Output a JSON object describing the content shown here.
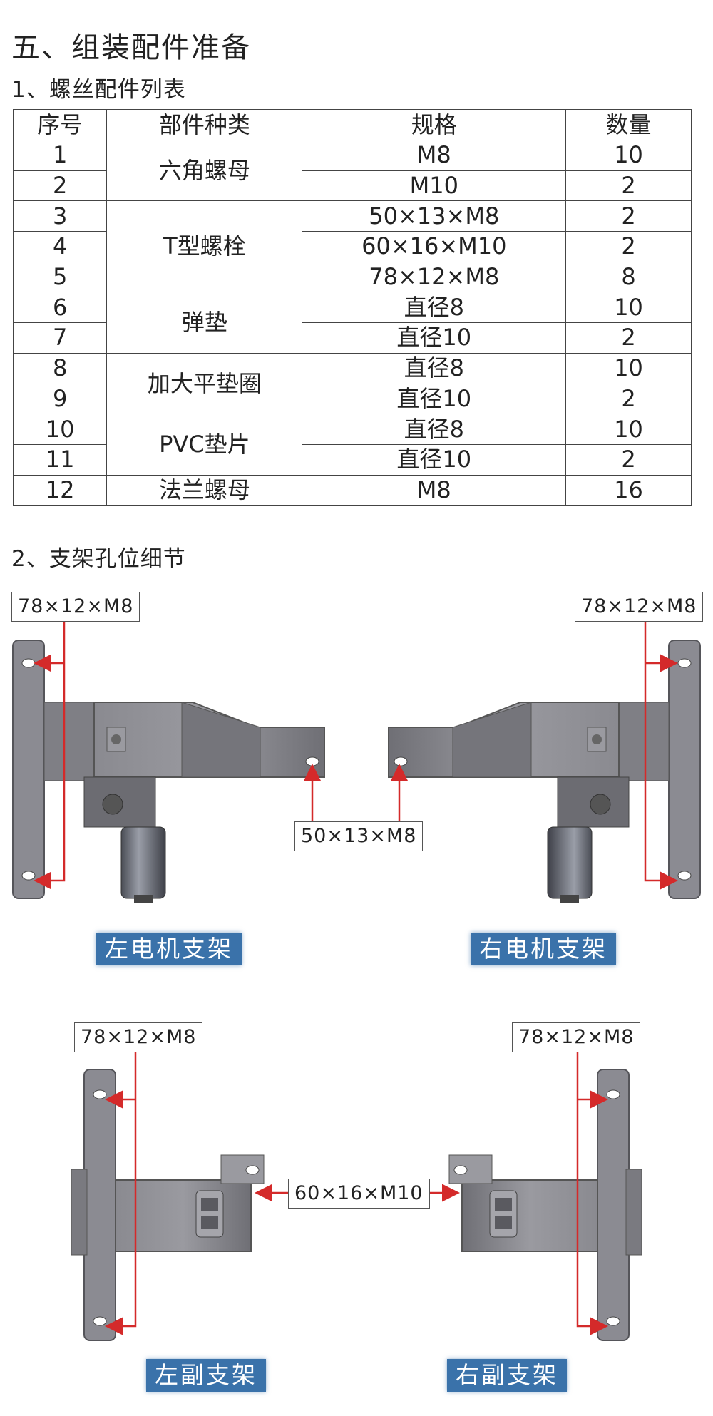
{
  "section_title": "五、组装配件准备",
  "list_title": "1、螺丝配件列表",
  "table": {
    "headers": [
      "序号",
      "部件种类",
      "规格",
      "数量"
    ],
    "groups": [
      {
        "type": "六角螺母",
        "rows": [
          {
            "no": "1",
            "spec": "M8",
            "qty": "10"
          },
          {
            "no": "2",
            "spec": "M10",
            "qty": "2"
          }
        ]
      },
      {
        "type": "T型螺栓",
        "rows": [
          {
            "no": "3",
            "spec": "50×13×M8",
            "qty": "2"
          },
          {
            "no": "4",
            "spec": "60×16×M10",
            "qty": "2"
          },
          {
            "no": "5",
            "spec": "78×12×M8",
            "qty": "8"
          }
        ]
      },
      {
        "type": "弹垫",
        "rows": [
          {
            "no": "6",
            "spec": "直径8",
            "qty": "10"
          },
          {
            "no": "7",
            "spec": "直径10",
            "qty": "2"
          }
        ]
      },
      {
        "type": "加大平垫圈",
        "rows": [
          {
            "no": "8",
            "spec": "直径8",
            "qty": "10"
          },
          {
            "no": "9",
            "spec": "直径10",
            "qty": "2"
          }
        ]
      },
      {
        "type": "PVC垫片",
        "rows": [
          {
            "no": "10",
            "spec": "直径8",
            "qty": "10"
          },
          {
            "no": "11",
            "spec": "直径10",
            "qty": "2"
          }
        ]
      },
      {
        "type": "法兰螺母",
        "rows": [
          {
            "no": "12",
            "spec": "M8",
            "qty": "16"
          }
        ]
      }
    ]
  },
  "detail_title": "2、支架孔位细节",
  "diagram": {
    "label_78": "78×12×M8",
    "label_50": "50×13×M8",
    "label_60": "60×16×M10",
    "captions": {
      "left_motor": "左电机支架",
      "right_motor": "右电机支架",
      "left_sub": "左副支架",
      "right_sub": "右副支架"
    }
  },
  "colors": {
    "caption_bg": "#3a72aa",
    "arrow": "#d42a2a",
    "metal": "#7d7d82"
  }
}
